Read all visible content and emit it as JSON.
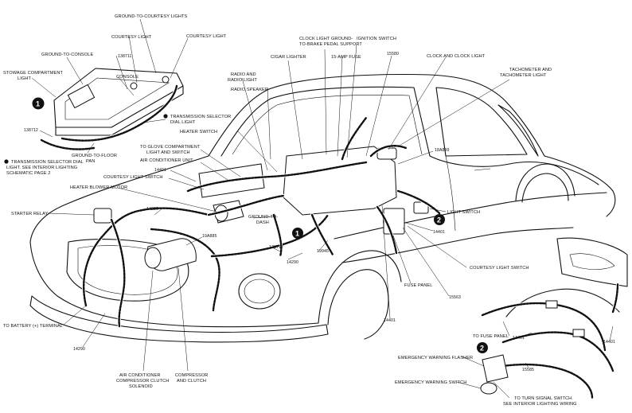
{
  "labels": {
    "ground_to_courtesy_lights": "GROUND-TO-COURTESY LIGHTS",
    "courtesy_light_1": "COURTESY LIGHT",
    "courtesy_light_2": "COURTESY LIGHT",
    "ground_to_console": "GROUND-TO-CONSOLE",
    "stowage_light_1": "STOWAGE COMPARTMENT",
    "stowage_light_2": "LIGHT",
    "part_138711": "138711",
    "console": "CONSOLE",
    "trans_dial_light_1": "TRANSMISSION SELECTOR",
    "trans_dial_light_2": "DIAL LIGHT",
    "part_138712_a": "138712",
    "ground_to_floor_1": "GROUND-TO-FLOOR",
    "ground_to_floor_2": "PAN",
    "trans_note_1": "TRANSMISSION SELECTOR DIAL",
    "trans_note_2": "LIGHT. SEE INTERIOR LIGHTING",
    "trans_note_3": "SCHEMATIC PAGE 2",
    "radio_speaker": "RADIO SPEAKER",
    "radio_light_1": "RADIO AND",
    "radio_light_2": "RADIO LIGHT",
    "cigar_lighter": "CIGAR LIGHTER",
    "clock_ground_1": "CLOCK LIGHT GROUND-",
    "clock_ground_2": "TO-BRAKE PEDAL SUPPORT",
    "fuse_15amp": "15-AMP FUSE",
    "ignition_switch": "IGNITION SWITCH",
    "part_15580": "15580",
    "clock_and_light": "CLOCK AND CLOCK LIGHT",
    "tach_1": "TACHOMETER AND",
    "tach_2": "TACHOMETER LIGHT",
    "heater_switch": "HEATER SWITCH",
    "glove_1": "TO GLOVE COMPARTMENT",
    "glove_2": "LIGHT AND SWITCH",
    "part_18a899": "18A899",
    "ac_unit": "AIR CONDITIONER UNIT",
    "part_14401_a": "14401",
    "courtesy_light_switch_a": "COURTESY LIGHT SWITCH",
    "heater_blower": "HEATER BLOWER MOTOR",
    "starter_relay": "STARTER RELAY",
    "part_14289": "14289",
    "ground_to_dash_1": "GROUND-TO-",
    "ground_to_dash_2": "DASH",
    "light_switch": "LIGHT SWITCH",
    "part_14401_b": "14401",
    "part_19a885": "19A885",
    "part_138712_b": "138712",
    "part_19945": "19945",
    "part_14290_a": "14290",
    "courtesy_light_switch_b": "COURTESY LIGHT SWITCH",
    "fuse_panel": "FUSE PANEL",
    "part_15563": "15563",
    "to_battery": "TO BATTERY (+) TERMINAL",
    "part_14401_c": "14401",
    "part_14290_b": "14290",
    "to_fuse_panel": "TO FUSE PANEL",
    "part_14401_d": "14401",
    "part_14401_e": "14401",
    "emergency_flasher": "EMERGENCY WARNING FLASHER",
    "emergency_switch": "EMERGENCY WARNING SWITCH",
    "part_15585": "15585",
    "ac_clutch_1": "AIR CONDITIONER",
    "ac_clutch_2": "COMPRESSOR CLUTCH",
    "ac_clutch_3": "SOLENOID",
    "compressor_1": "COMPRESSOR",
    "compressor_2": "AND CLUTCH",
    "turn_signal_1": "TO TURN SIGNAL SWITCH.",
    "turn_signal_2": "SEE INTERIOR LIGHTING WIRING"
  },
  "callouts": {
    "one": "1",
    "two": "2"
  }
}
